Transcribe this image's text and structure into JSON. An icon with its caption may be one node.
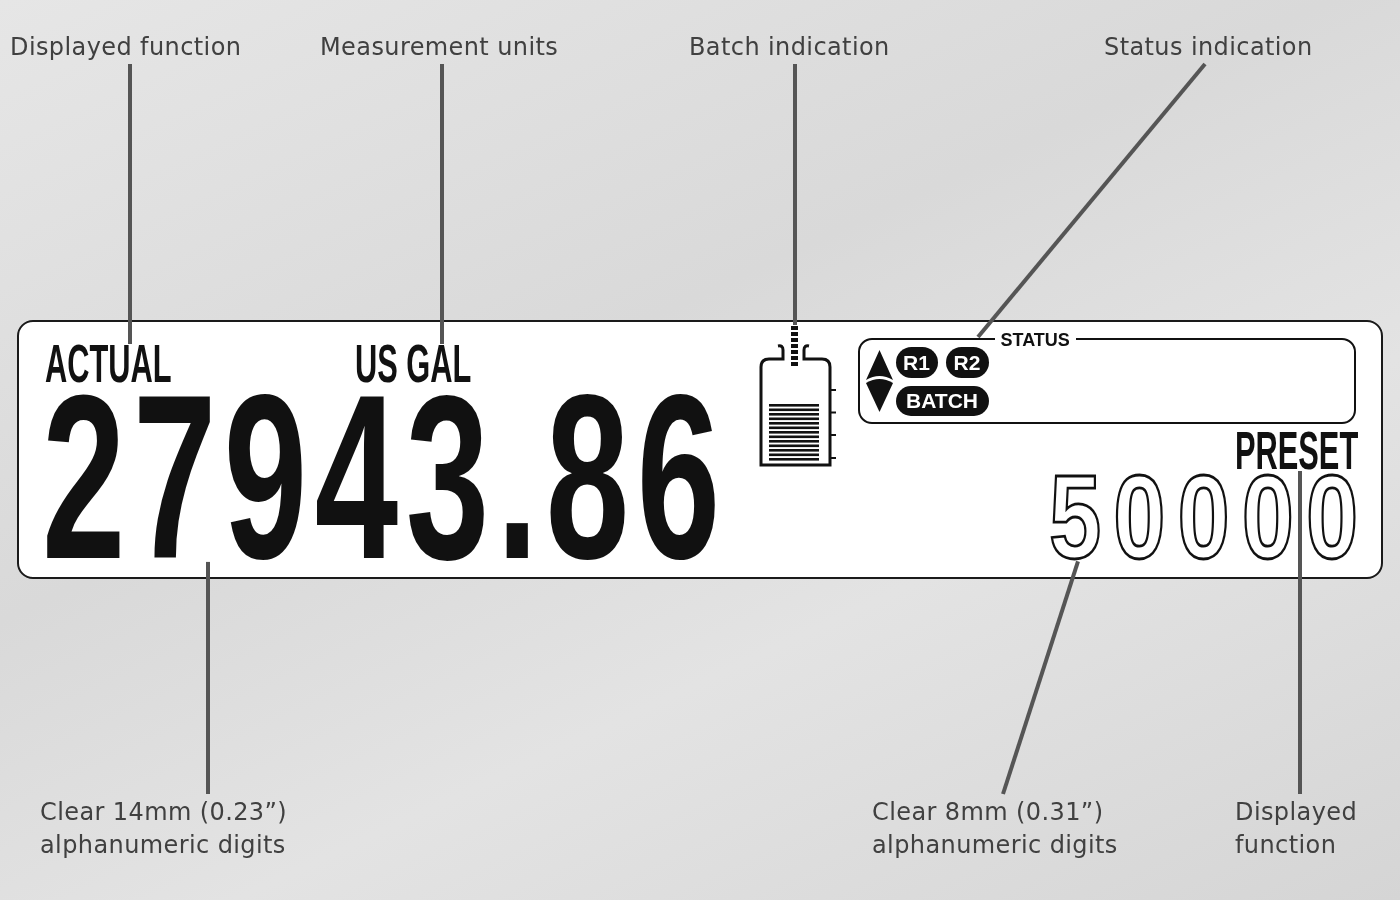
{
  "diagram": {
    "nodes": [
      {
        "text": [
          "Displayed function"
        ]
      },
      {
        "text": [
          "Measurement units"
        ]
      },
      {
        "text": [
          "Batch indication"
        ]
      },
      {
        "text": [
          "Status indication"
        ]
      },
      {
        "text": [],
        "shape": "box"
      },
      {
        "text": [
          "ACTUAL"
        ],
        "in": 4
      },
      {
        "text": [
          "US GAL"
        ],
        "in": 4
      },
      {
        "text": [
          "27943.86"
        ],
        "in": 4
      },
      {
        "text": [],
        "shape": "picture",
        "in": 4
      },
      {
        "text": [
          "STATUS"
        ],
        "in": 4
      },
      {
        "text": [
          "R1"
        ],
        "in": 9
      },
      {
        "text": [
          "R2"
        ],
        "in": 9
      },
      {
        "text": [
          "BATCH"
        ],
        "in": 9
      },
      {
        "text": [
          "PRESET"
        ],
        "in": 4
      },
      {
        "text": [
          "50000"
        ],
        "in": 4
      },
      {
        "text": [
          "Clear 14mm (0.23”) alphanumeric digits"
        ]
      },
      {
        "text": [
          "Clear 8mm (0.31”) alphanumeric digits"
        ]
      },
      {
        "text": [
          "Displayed function"
        ]
      }
    ],
    "edges": [
      {
        "from": 0,
        "to": 5,
        "arrow": "none"
      },
      {
        "from": 1,
        "to": 6,
        "arrow": "none"
      },
      {
        "from": 2,
        "to": 8,
        "arrow": "none"
      },
      {
        "from": 3,
        "to": 9,
        "arrow": "none"
      },
      {
        "from": 15,
        "to": 7,
        "arrow": "none"
      },
      {
        "from": 16,
        "to": 14,
        "arrow": "none"
      },
      {
        "from": 17,
        "to": 13,
        "arrow": "none"
      }
    ]
  }
}
